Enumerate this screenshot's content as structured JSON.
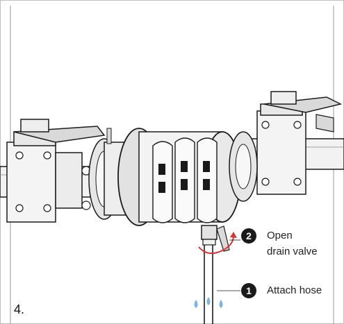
{
  "figure": {
    "step_number": "4.",
    "callouts": [
      {
        "badge": "2",
        "text_line1": "Open",
        "text_line2": "drain valve"
      },
      {
        "badge": "1",
        "text_line1": "Attach hose",
        "text_line2": ""
      }
    ]
  },
  "colors": {
    "line": "#1a1a1a",
    "fill_light": "#f4f4f4",
    "fill_mid": "#d9d9d9",
    "arrow": "#d9342b",
    "water": "#7fb3e0",
    "badge": "#1a1a1a"
  },
  "icons": [
    "ball-valve-icon",
    "filter-housing-icon",
    "drain-valve-icon",
    "hose-icon",
    "water-drop-icon",
    "rotate-arrow-icon"
  ]
}
